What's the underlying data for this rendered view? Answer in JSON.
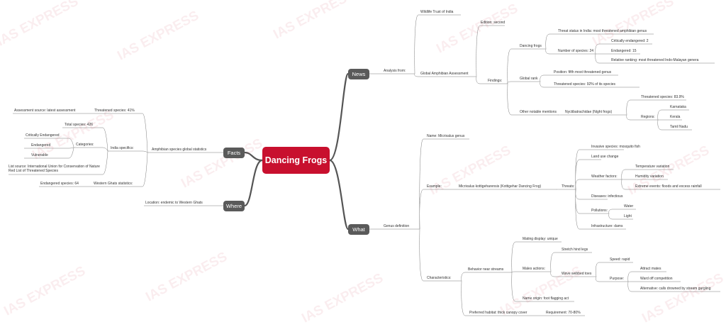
{
  "watermark": "IAS EXPRESS",
  "central": "Dancing Frogs",
  "branches": {
    "news": "News",
    "facts": "Facts",
    "where": "Where",
    "what": "What"
  },
  "news": {
    "analysis_from": "Analysis from:",
    "wildlife_trust": "Wildlife Trust of India",
    "gaa": "Global Amphibian Assessment",
    "edition": "Edition: second",
    "findings": "Findings:",
    "dancing_frogs": "Dancing frogs",
    "threat_status": "Threat status in India: most threatened amphibian genus",
    "number_of_species": "Number of species: 24",
    "critically_endangered": "Critically endangered: 2",
    "endangered": "Endangered: 15",
    "relative_ranking": "Relative ranking: most threatened Indo-Malayan genera",
    "global_rank": "Global rank",
    "position": "Position: fifth most threatened genus",
    "threatened_species": "Threatened species: 92% of its species",
    "other_mentions": "Other notable mentions",
    "nyctibatrachidae": "Nyctibatrachidae (Night frogs)",
    "night_threatened": "Threatened species: 83.9%",
    "regions": "Regions:",
    "karnataka": "Karnataka",
    "kerala": "Kerala",
    "tamil_nadu": "Tamil Nadu"
  },
  "facts": {
    "global_stats": "Amphibian species global statistics",
    "threatened": "Threatened species: 41%",
    "assessment_source": "Assessment source: latest assessment",
    "india_specifics": "India specifics:",
    "total_species": "Total species: 426",
    "categories": "Categories:",
    "critically_endangered": "Critically Endangered",
    "endangered": "Endangered",
    "vulnerable": "Vulnerable",
    "list_source": "List source: International Union for Conservation of Nature Red List of Threatened Species",
    "western_ghats": "Western Ghats statistics:",
    "wg_endangered": "Endangered species: 64"
  },
  "where": {
    "location": "Location: endemic to Western Ghats"
  },
  "what": {
    "genus_definition": "Genus definition",
    "name": "Name: Micrixalus genus",
    "example": "Example:",
    "species": "Micrixalus kottigeharensis (Kottigehar Dancing Frog)",
    "threats": "Threats:",
    "invasive": "Invasive species: mosquito fish",
    "land_use": "Land use change",
    "weather": "Weather factors:",
    "temperature": "Temperature variation",
    "humidity": "Humidity variation",
    "extreme_events": "Extreme events: floods and excess rainfall",
    "diseases": "Diseases: infectious",
    "pollutions": "Pollutions:",
    "water": "Water",
    "light": "Light",
    "infrastructure": "Infrastructure: dams",
    "characteristics": "Characteristics:",
    "behavior": "Behavior near streams",
    "mating_display": "Mating display: unique",
    "males_actions": "Males actions:",
    "stretch": "Stretch hind legs",
    "wave": "Wave webbed toes",
    "speed": "Speed: rapid",
    "purpose": "Purpose:",
    "attract": "Attract mates",
    "ward_off": "Ward off competition",
    "alternative": "Alternative: calls drowned by stream gurgling",
    "name_origin": "Name origin: foot flagging act",
    "habitat": "Preferred habitat: thick canopy cover",
    "requirement": "Requirement: 70-80%"
  }
}
